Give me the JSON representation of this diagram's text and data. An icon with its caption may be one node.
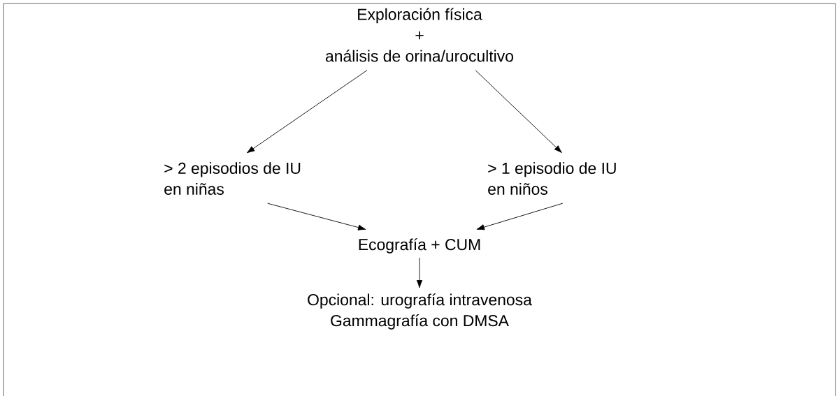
{
  "diagram": {
    "nodes": [
      {
        "text": [
          "Exploración física",
          "+",
          "análisis de orina/urocultivo"
        ]
      },
      {
        "text": [
          "> 2 episodios de IU",
          "en niñas"
        ]
      },
      {
        "text": [
          "> 1 episodio de IU",
          "en niños"
        ]
      },
      {
        "text": [
          "Ecografía + CUM"
        ]
      },
      {
        "text": [
          "Opcional: urografía intravenosa",
          "Gammagrafía con DMSA"
        ]
      }
    ],
    "edges": [
      {
        "from": 0,
        "to": 1,
        "arrow": "to"
      },
      {
        "from": 0,
        "to": 2,
        "arrow": "to"
      },
      {
        "from": 1,
        "to": 3,
        "arrow": "to"
      },
      {
        "from": 2,
        "to": 3,
        "arrow": "to"
      },
      {
        "from": 3,
        "to": 4,
        "arrow": "to"
      }
    ]
  }
}
